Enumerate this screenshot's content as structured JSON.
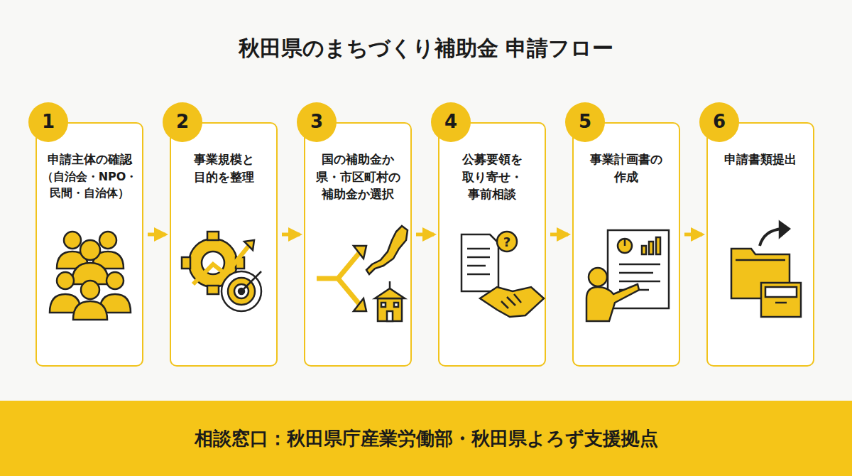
{
  "diagram": {
    "title": "秋田県のまちづくり補助金 申請フロー",
    "nodes": [
      {
        "text": [
          "申請主体の確認",
          "（自治会・NPO・ 民間・自治体）"
        ]
      },
      {
        "text": [
          "1"
        ],
        "in": 0
      },
      {
        "text": [
          "事業規模と 目的を整理"
        ]
      },
      {
        "text": [
          "2"
        ],
        "in": 2
      },
      {
        "text": [
          "国の補助金か 県・市区町村の 補助金か選択"
        ]
      },
      {
        "text": [
          "3"
        ],
        "in": 4
      },
      {
        "text": [
          "公募要領を 取り寄せ・ 事前相談"
        ]
      },
      {
        "text": [
          "4"
        ],
        "in": 6
      },
      {
        "text": [
          "事業計画書の 作成"
        ]
      },
      {
        "text": [
          "5"
        ],
        "in": 8
      },
      {
        "text": [
          "申請書類提出"
        ]
      },
      {
        "text": [
          "6"
        ],
        "in": 10
      },
      {
        "text": [
          "相談窓口：秋田県庁産業労働部・秋田県よろず支援拠点"
        ]
      }
    ],
    "edges": [
      {
        "from": 0,
        "to": 2,
        "arrow": "to"
      },
      {
        "from": 2,
        "to": 4,
        "arrow": "to"
      },
      {
        "from": 4,
        "to": 6,
        "arrow": "to"
      },
      {
        "from": 6,
        "to": 8,
        "arrow": "to"
      },
      {
        "from": 8,
        "to": 10,
        "arrow": "to"
      }
    ]
  }
}
